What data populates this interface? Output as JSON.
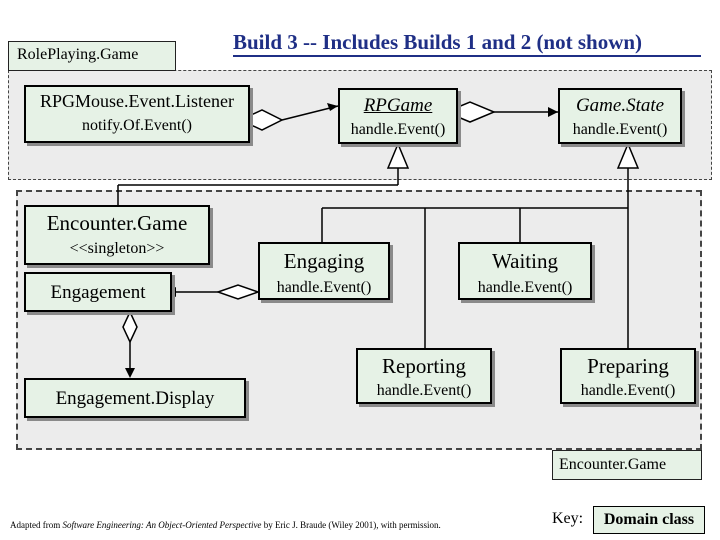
{
  "title": "Build 3 -- Includes Builds 1 and 2 (not shown)",
  "packages": {
    "roleplaying": {
      "name": "RolePlaying.Game"
    },
    "encounter": {
      "name": "Encounter.Game"
    }
  },
  "classes": {
    "rpg_mouse_listener": {
      "name": "RPGMouse.Event.Listener",
      "operation": "notify.Of.Event()"
    },
    "rpgame": {
      "name": "RPGame",
      "operation": "handle.Event()"
    },
    "game_state": {
      "name": "Game.State",
      "operation": "handle.Event()"
    },
    "encounter_game": {
      "name": "Encounter.Game",
      "stereotype": "<<singleton>>"
    },
    "engagement": {
      "name": "Engagement"
    },
    "engaging": {
      "name": "Engaging",
      "operation": "handle.Event()"
    },
    "waiting": {
      "name": "Waiting",
      "operation": "handle.Event()"
    },
    "reporting": {
      "name": "Reporting",
      "operation": "handle.Event()"
    },
    "preparing": {
      "name": "Preparing",
      "operation": "handle.Event()"
    },
    "engagement_display": {
      "name": "Engagement.Display"
    }
  },
  "key": {
    "label": "Key:",
    "sample": "Domain class"
  },
  "citation": {
    "prefix": "Adapted from ",
    "book_title": "Software Engineering: An Object-Oriented Perspective",
    "suffix": " by Eric J. Braude (Wiley 2001), with permission."
  },
  "colors": {
    "class_fill": "#e6f2e6",
    "package_fill": "#ececec",
    "title": "#1f2f86",
    "shadow": "#8a8a8a"
  }
}
